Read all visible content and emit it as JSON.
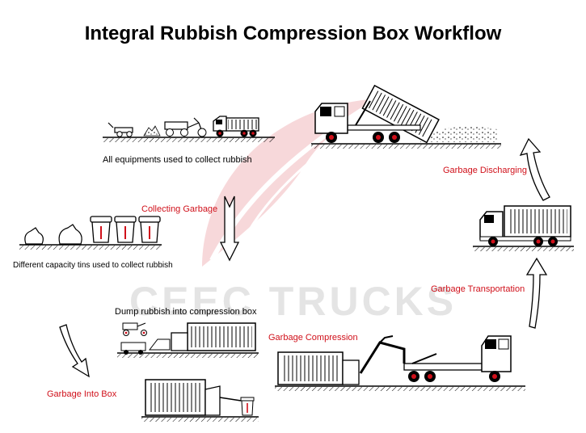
{
  "title": "Integral Rubbish Compression Box Workflow",
  "watermark": "CEEC TRUCKS",
  "colors": {
    "accent": "#d0101a",
    "ink": "#000000",
    "watermark": "#e4e4e4",
    "logo": "#f2b9bd"
  },
  "stages": {
    "collecting": "Collecting Garbage",
    "into_box": "Garbage Into Box",
    "compression": "Garbage Compression",
    "transportation": "Garbage Transportation",
    "discharging": "Garbage Discharging"
  },
  "captions": {
    "equipments": "All equipments used to collect rubbish",
    "tins": "Different capacity tins used to collect rubbish",
    "dump": "Dump rubbish into compression box"
  },
  "icons": [
    "leaf-logo-icon",
    "arrow-icon",
    "truck-icon",
    "tricycle-icon",
    "trash-bin-icon",
    "garbage-bag-icon",
    "compression-box-icon",
    "crane-arm-icon"
  ]
}
